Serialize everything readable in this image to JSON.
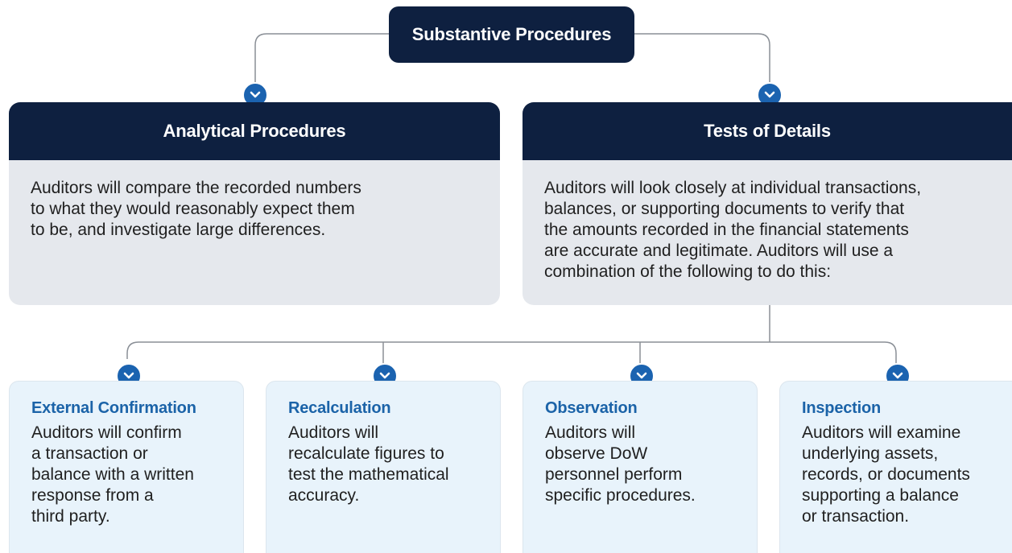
{
  "root": {
    "title": "Substantive Procedures"
  },
  "branches": [
    {
      "title": "Analytical Procedures",
      "lines": [
        "Auditors will compare the recorded numbers",
        "to what they would reasonably expect them",
        "to be, and investigate large differences."
      ]
    },
    {
      "title": "Tests of Details",
      "lines": [
        "Auditors will look closely at individual transactions,",
        "balances, or supporting documents to verify that",
        "the amounts recorded in the financial statements",
        "are accurate and legitimate. Auditors will use a",
        "combination of the following to do this:"
      ]
    }
  ],
  "methods": [
    {
      "title": "External Confirmation",
      "lines": [
        "Auditors will confirm",
        "a transaction or",
        "balance with a written",
        "response from a",
        "third party."
      ]
    },
    {
      "title": "Recalculation",
      "lines": [
        "Auditors will",
        "recalculate figures to",
        "test the mathematical",
        "accuracy."
      ]
    },
    {
      "title": "Observation",
      "lines": [
        "Auditors will",
        "observe DoW",
        "personnel perform",
        "specific procedures."
      ]
    },
    {
      "title": "Inspection",
      "lines": [
        "Auditors will examine",
        "underlying assets,",
        "records, or documents",
        "supporting a balance",
        "or transaction."
      ]
    }
  ],
  "colors": {
    "header_navy": "#0e2040",
    "card_gray": "#e5e8ed",
    "leaf_blue": "#e8f3fb",
    "accent_blue": "#1b63a8",
    "connector": "#8a8f96"
  },
  "icons": {
    "chevron": "chevron-down-icon"
  }
}
